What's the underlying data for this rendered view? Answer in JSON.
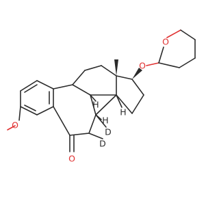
{
  "structure": {
    "colors": {
      "bond": "#2b2b2b",
      "oxygen": "#e03030",
      "label": "#2b2b2b"
    },
    "atom_labels": [
      {
        "key": "o_methoxy",
        "text": "O",
        "element": "oxygen"
      },
      {
        "key": "o_ketone",
        "text": "O",
        "element": "oxygen"
      },
      {
        "key": "o_ether",
        "text": "O",
        "element": "oxygen"
      },
      {
        "key": "o_thp",
        "text": "O",
        "element": "oxygen"
      },
      {
        "key": "d1",
        "text": "D",
        "element": "deuterium"
      },
      {
        "key": "d2",
        "text": "D",
        "element": "deuterium"
      },
      {
        "key": "h9",
        "text": "H",
        "element": "hydrogen"
      },
      {
        "key": "h8",
        "text": "H",
        "element": "hydrogen"
      },
      {
        "key": "h14",
        "text": "H",
        "element": "hydrogen"
      }
    ]
  }
}
